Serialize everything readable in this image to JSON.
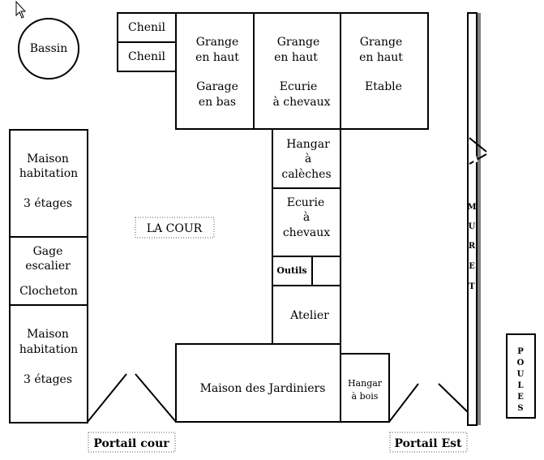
{
  "plan": {
    "bassin": "Bassin",
    "chenil_1": "Chenil",
    "chenil_2": "Chenil",
    "grange_1": [
      "Grange",
      "en haut",
      "Garage",
      "en bas"
    ],
    "grange_2": [
      "Grange",
      "en haut",
      "Ecurie",
      "à chevaux"
    ],
    "grange_3": [
      "Grange",
      "en haut",
      "Etable"
    ],
    "maison_1": [
      "Maison",
      "habitation",
      "3 étages"
    ],
    "gage": [
      "Gage",
      "escalier",
      "Clocheton"
    ],
    "maison_2": [
      "Maison",
      "habitation",
      "3 étages"
    ],
    "la_cour": "LA COUR",
    "hangar_caleches": [
      "Hangar",
      "à",
      "calèches"
    ],
    "ecurie": [
      "Ecurie",
      "à",
      "chevaux"
    ],
    "outils": "Outils",
    "atelier": "Atelier",
    "maison_jardiniers": "Maison des Jardiniers",
    "hangar_bois": [
      "Hangar",
      "à bois"
    ],
    "muret": [
      "M",
      "U",
      "R",
      "E",
      "T"
    ],
    "poules": [
      "P",
      "O",
      "U",
      "L",
      "E",
      "S"
    ],
    "portail_cour": "Portail cour",
    "portail_est": "Portail Est"
  }
}
